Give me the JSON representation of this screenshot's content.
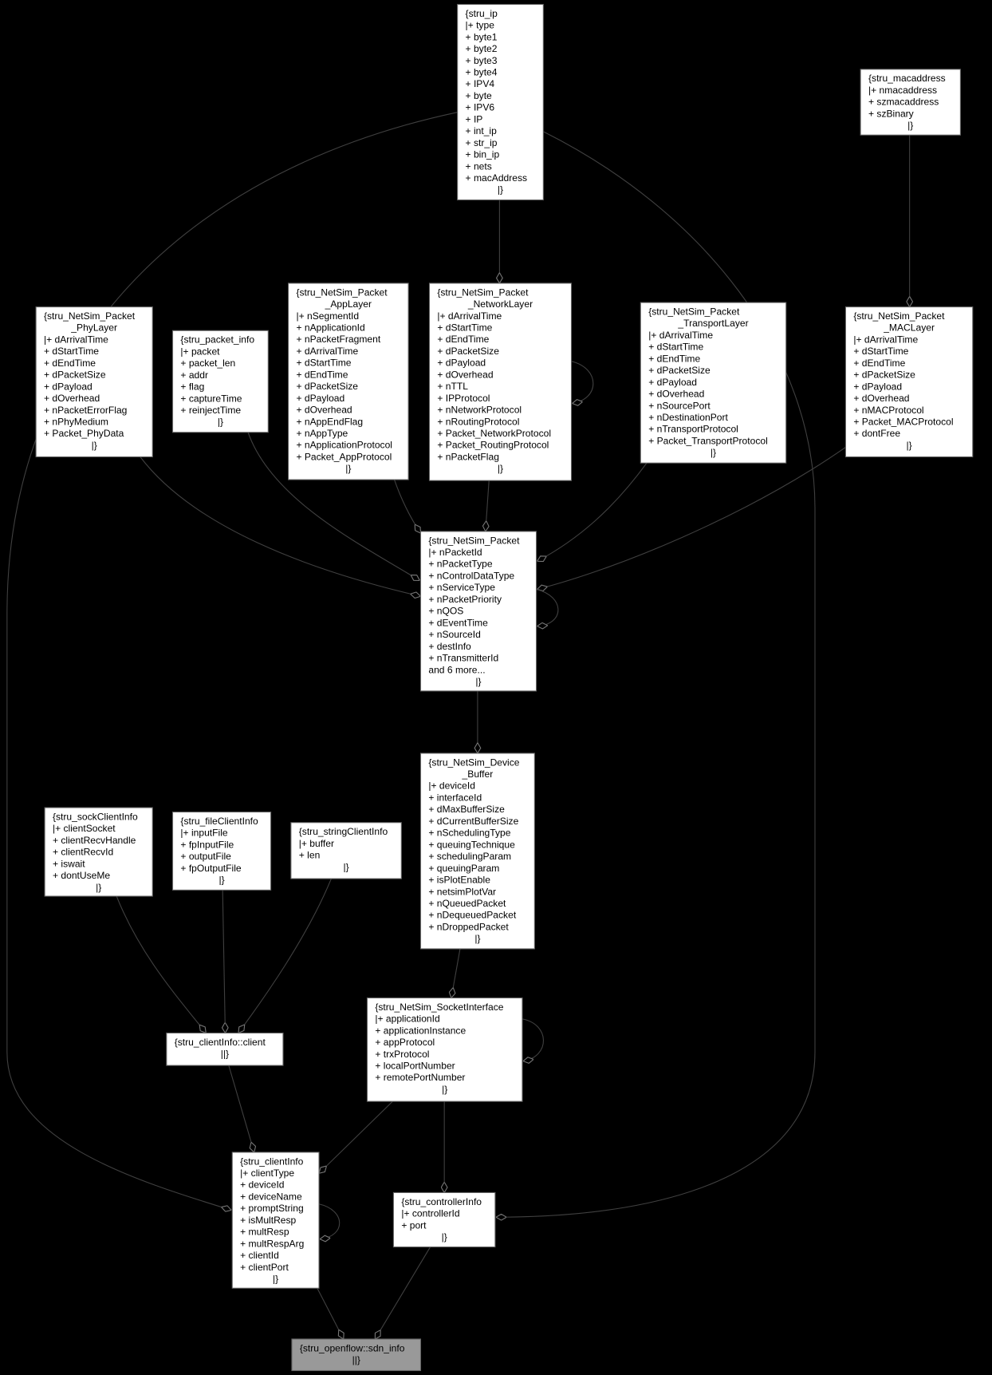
{
  "classes": {
    "ip": {
      "title": [
        "{stru_ip"
      ],
      "members": [
        "|+ type",
        "+ byte1",
        "+ byte2",
        "+ byte3",
        "+ byte4",
        "+ IPV4",
        "+ byte",
        "+ IPV6",
        "+ IP",
        "+ int_ip",
        "+ str_ip",
        "+ bin_ip",
        "+ nets",
        "+ macAddress"
      ],
      "close": "|}"
    },
    "macaddress": {
      "title": [
        "{stru_macaddress"
      ],
      "members": [
        "|+ nmacaddress",
        "+ szmacaddress",
        "+ szBinary"
      ],
      "close": "|}"
    },
    "phy": {
      "title": [
        "{stru_NetSim_Packet",
        "_PhyLayer"
      ],
      "members": [
        "|+ dArrivalTime",
        "+ dStartTime",
        "+ dEndTime",
        "+ dPacketSize",
        "+ dPayload",
        "+ dOverhead",
        "+ nPacketErrorFlag",
        "+ nPhyMedium",
        "+ Packet_PhyData"
      ],
      "close": "|}"
    },
    "packetinfo": {
      "title": [
        "{stru_packet_info"
      ],
      "members": [
        "|+ packet",
        "+ packet_len",
        "+ addr",
        "+ flag",
        "+ captureTime",
        "+ reinjectTime"
      ],
      "close": "|}"
    },
    "app": {
      "title": [
        "{stru_NetSim_Packet",
        "_AppLayer"
      ],
      "members": [
        "|+ nSegmentId",
        "+ nApplicationId",
        "+ nPacketFragment",
        "+ dArrivalTime",
        "+ dStartTime",
        "+ dEndTime",
        "+ dPacketSize",
        "+ dPayload",
        "+ dOverhead",
        "+ nAppEndFlag",
        "+ nAppType",
        "+ nApplicationProtocol",
        "+ Packet_AppProtocol"
      ],
      "close": "|}"
    },
    "network": {
      "title": [
        "{stru_NetSim_Packet",
        "_NetworkLayer"
      ],
      "members": [
        "|+ dArrivalTime",
        "+ dStartTime",
        "+ dEndTime",
        "+ dPacketSize",
        "+ dPayload",
        "+ dOverhead",
        "+ nTTL",
        "+ IPProtocol",
        "+ nNetworkProtocol",
        "+ nRoutingProtocol",
        "+ Packet_NetworkProtocol",
        "+ Packet_RoutingProtocol",
        "+ nPacketFlag"
      ],
      "close": "|}"
    },
    "transport": {
      "title": [
        "{stru_NetSim_Packet",
        "_TransportLayer"
      ],
      "members": [
        "|+ dArrivalTime",
        "+ dStartTime",
        "+ dEndTime",
        "+ dPacketSize",
        "+ dPayload",
        "+ dOverhead",
        "+ nSourcePort",
        "+ nDestinationPort",
        "+ nTransportProtocol",
        "+ Packet_TransportProtocol"
      ],
      "close": "|}"
    },
    "mac": {
      "title": [
        "{stru_NetSim_Packet",
        "_MACLayer"
      ],
      "members": [
        "|+ dArrivalTime",
        "+ dStartTime",
        "+ dEndTime",
        "+ dPacketSize",
        "+ dPayload",
        "+ dOverhead",
        "+ nMACProtocol",
        "+ Packet_MACProtocol",
        "+ dontFree"
      ],
      "close": "|}"
    },
    "packet": {
      "title": [
        "{stru_NetSim_Packet"
      ],
      "members": [
        "|+ nPacketId",
        "+ nPacketType",
        "+ nControlDataType",
        "+ nServiceType",
        "+ nPacketPriority",
        "+ nQOS",
        "+ dEventTime",
        "+ nSourceId",
        "+ destInfo",
        "+ nTransmitterId",
        "and 6 more..."
      ],
      "close": "|}"
    },
    "buffer": {
      "title": [
        "{stru_NetSim_Device",
        "_Buffer"
      ],
      "members": [
        "|+ deviceId",
        "+ interfaceId",
        "+ dMaxBufferSize",
        "+ dCurrentBufferSize",
        "+ nSchedulingType",
        "+ queuingTechnique",
        "+ schedulingParam",
        "+ queuingParam",
        "+ isPlotEnable",
        "+ netsimPlotVar",
        "+ nQueuedPacket",
        "+ nDequeuedPacket",
        "+ nDroppedPacket"
      ],
      "close": "|}"
    },
    "sock": {
      "title": [
        "{stru_sockClientInfo"
      ],
      "members": [
        "|+ clientSocket",
        "+ clientRecvHandle",
        "+ clientRecvId",
        "+ iswait",
        "+ dontUseMe"
      ],
      "close": "|}"
    },
    "file": {
      "title": [
        "{stru_fileClientInfo"
      ],
      "members": [
        "|+ inputFile",
        "+ fpInputFile",
        "+ outputFile",
        "+ fpOutputFile"
      ],
      "close": "|}"
    },
    "string": {
      "title": [
        "{stru_stringClientInfo"
      ],
      "members": [
        "|+ buffer",
        "+ len"
      ],
      "close": "|}"
    },
    "client": {
      "title": [
        "{stru_clientInfo::client"
      ],
      "members": [],
      "close": "||}"
    },
    "socket": {
      "title": [
        "{stru_NetSim_SocketInterface"
      ],
      "members": [
        "|+ applicationId",
        "+ applicationInstance",
        "+ appProtocol",
        "+ trxProtocol",
        "+ localPortNumber",
        "+ remotePortNumber"
      ],
      "close": "|}"
    },
    "clientinfo": {
      "title": [
        "{stru_clientInfo"
      ],
      "members": [
        "|+ clientType",
        "+ deviceId",
        "+ deviceName",
        "+ promptString",
        "+ isMultResp",
        "+ multResp",
        "+ multRespArg",
        "+ clientId",
        "+ clientPort"
      ],
      "close": "|}"
    },
    "controller": {
      "title": [
        "{stru_controllerInfo"
      ],
      "members": [
        "|+ controllerId",
        "+ port"
      ],
      "close": "|}"
    },
    "sdn": {
      "title": [
        "{stru_openflow::sdn_info"
      ],
      "members": [],
      "close": "||}"
    }
  },
  "colors": {
    "background": "#000000",
    "node": "#ffffff",
    "focus_node": "#999999",
    "edge": "#404040"
  }
}
